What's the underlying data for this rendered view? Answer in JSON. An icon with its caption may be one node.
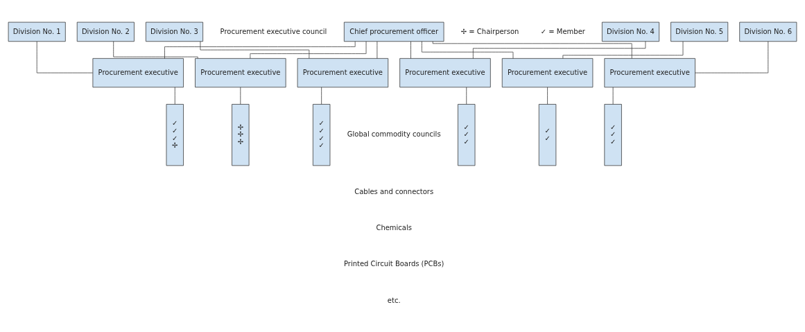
{
  "diagram": {
    "nodes": [
      {
        "text": [
          "Chief procurement officer"
        ]
      },
      {
        "text": [
          "Division No. 1"
        ]
      },
      {
        "text": [
          "Division No. 2"
        ]
      },
      {
        "text": [
          "Division No. 3"
        ]
      },
      {
        "text": [
          "Division No. 4"
        ]
      },
      {
        "text": [
          "Division No. 5"
        ]
      },
      {
        "text": [
          "Division No. 6"
        ]
      },
      {
        "text": [
          "Procurement executive"
        ]
      },
      {
        "text": [
          "Procurement executive"
        ]
      },
      {
        "text": [
          "Procurement executive"
        ]
      },
      {
        "text": [
          "Procurement executive"
        ]
      },
      {
        "text": [
          "Procurement executive"
        ]
      },
      {
        "text": [
          "Procurement executive"
        ]
      },
      {
        "text": [
          "✓",
          "✓",
          "✓",
          "✢"
        ]
      },
      {
        "text": [
          "✢",
          "✢",
          "✢"
        ]
      },
      {
        "text": [
          "✓",
          "✓",
          "✓",
          "✓"
        ]
      },
      {
        "text": [
          "✓",
          "✓",
          "✓"
        ]
      },
      {
        "text": [
          "✓",
          "✓"
        ]
      },
      {
        "text": [
          "✓",
          "✓",
          "✓"
        ]
      }
    ],
    "edges": [
      {
        "from": 0,
        "to": 7,
        "arrow": "none"
      },
      {
        "from": 0,
        "to": 8,
        "arrow": "none"
      },
      {
        "from": 0,
        "to": 9,
        "arrow": "none"
      },
      {
        "from": 0,
        "to": 10,
        "arrow": "none"
      },
      {
        "from": 0,
        "to": 11,
        "arrow": "none"
      },
      {
        "from": 0,
        "to": 12,
        "arrow": "none"
      },
      {
        "from": 1,
        "to": 7,
        "arrow": "none"
      },
      {
        "from": 2,
        "to": 8,
        "arrow": "none"
      },
      {
        "from": 3,
        "to": 9,
        "arrow": "none"
      },
      {
        "from": 4,
        "to": 10,
        "arrow": "none"
      },
      {
        "from": 5,
        "to": 11,
        "arrow": "none"
      },
      {
        "from": 6,
        "to": 12,
        "arrow": "none"
      },
      {
        "from": 7,
        "to": 13,
        "arrow": "none"
      },
      {
        "from": 8,
        "to": 14,
        "arrow": "none"
      },
      {
        "from": 9,
        "to": 15,
        "arrow": "none"
      },
      {
        "from": 10,
        "to": 16,
        "arrow": "none"
      },
      {
        "from": 11,
        "to": 17,
        "arrow": "none"
      },
      {
        "from": 12,
        "to": 18,
        "arrow": "none"
      }
    ],
    "labels": [
      "✢ = Chairperson",
      "✓ = Member",
      "Procurement executive council",
      "Global commodity councils",
      "Cables and connectors",
      "Chemicals",
      "Printed Circuit Boards (PCBs)",
      "etc."
    ]
  }
}
